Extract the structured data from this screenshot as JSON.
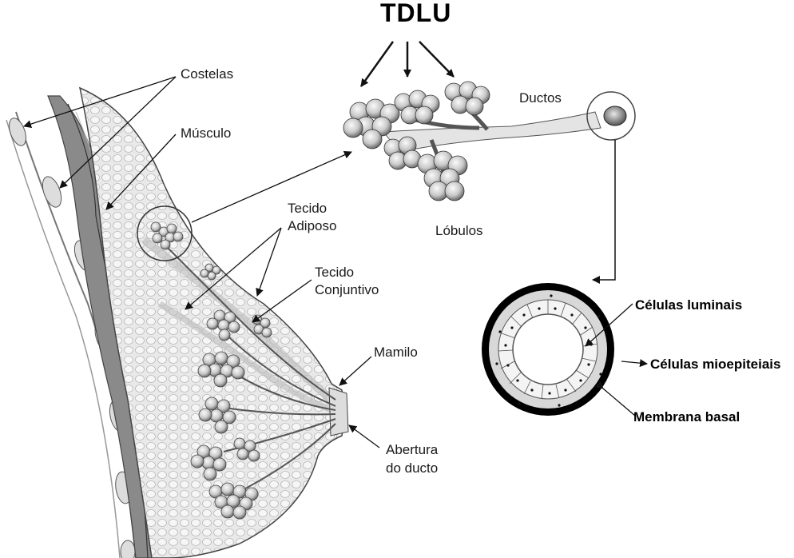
{
  "title": "TDLU",
  "labels": {
    "costelas": "Costelas",
    "musculo": "Músculo",
    "tecido_adiposo_1": "Tecido",
    "tecido_adiposo_2": "Adiposo",
    "tecido_conjuntivo_1": "Tecido",
    "tecido_conjuntivo_2": "Conjuntivo",
    "mamilo": "Mamilo",
    "abertura_1": "Abertura",
    "abertura_2": "do ducto",
    "ductos": "Ductos",
    "lobulos": "Lóbulos",
    "celulas_luminais": "Células luminais",
    "celulas_mioepiteliais": "Células mioepiteiais",
    "membrana_basal": "Membrana basal"
  }
}
